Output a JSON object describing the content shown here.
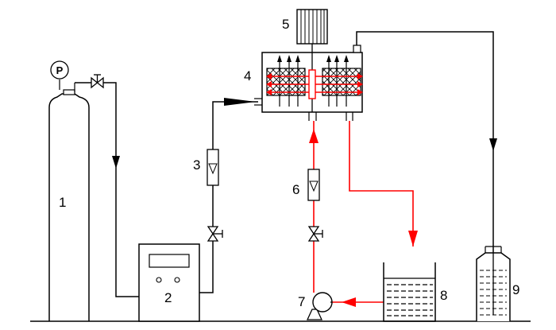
{
  "labels": {
    "cylinder": "1",
    "mass_flow_controller": "2",
    "gas_flowmeter": "3",
    "reactor": "4",
    "motor": "5",
    "liquid_flowmeter": "6",
    "pump": "7",
    "liquid_tank": "8",
    "absorber": "9",
    "gauge": "P"
  },
  "colors": {
    "gas_line": "#000000",
    "liquid_line": "#ff0000",
    "equipment_outline": "#000000"
  }
}
